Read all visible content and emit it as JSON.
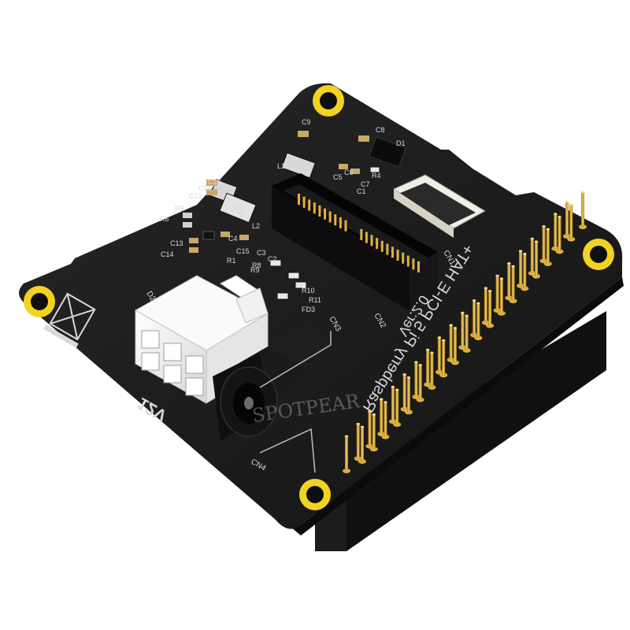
{
  "product": {
    "board_title": "Raspberry Pi 5 PCI-E HAT+",
    "version": "Ver:2.0",
    "watermark": "SPOTPEAR"
  },
  "connectors": {
    "cn1": "CN1",
    "cn2": "CN2",
    "cn3": "CN3",
    "cn4": "CN4",
    "d1": "D1",
    "d2": "D2"
  },
  "components": {
    "c1": "C1",
    "c2": "C2",
    "c3": "C3",
    "c4": "C4",
    "c5": "C5",
    "c6": "C6",
    "c7": "C7",
    "c8": "C8",
    "c9": "C9",
    "c10": "C10",
    "c11": "C11",
    "c12": "C12",
    "c13": "C13",
    "c14": "C14",
    "c15": "C15",
    "r1": "R1",
    "r4": "R4",
    "r5": "R5",
    "r6": "R6",
    "r8": "R8",
    "r9": "R9",
    "r10": "R10",
    "r11": "R11",
    "l1": "L1",
    "l2": "L2",
    "fd3": "FD3",
    "inductor_marking": "2R2"
  },
  "markings": {
    "power_symbol": "12V",
    "weee_icon": "weee-bin-icon"
  },
  "colors": {
    "pcb": "#1b1b1b",
    "pcb_edge": "#0c0c0c",
    "silkscreen": "#d9d9d9",
    "gold": "#e3b13a",
    "hole_ring": "#f3d320",
    "connector_white": "#f4f4f4"
  }
}
